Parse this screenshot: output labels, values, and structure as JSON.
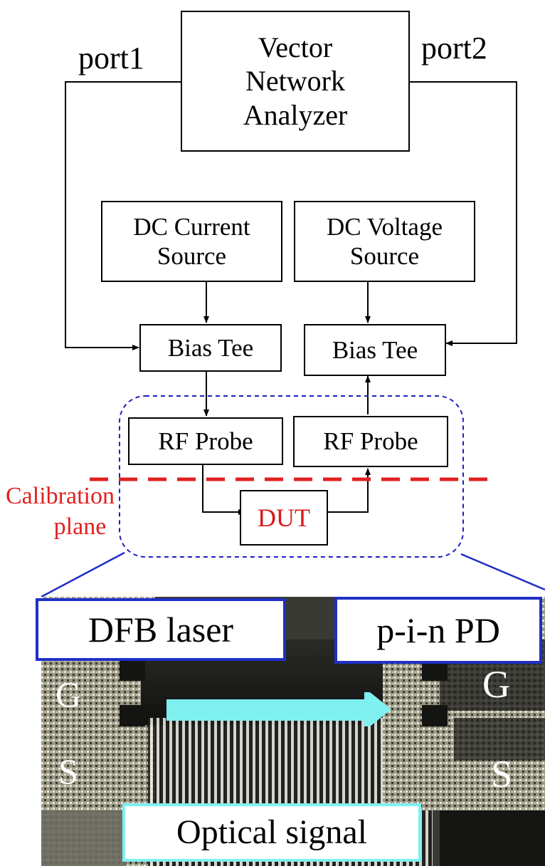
{
  "diagram": {
    "vna": {
      "line1": "Vector",
      "line2": "Network",
      "line3": "Analyzer"
    },
    "port1": "port1",
    "port2": "port2",
    "dc_current": {
      "line1": "DC Current",
      "line2": "Source"
    },
    "dc_voltage": {
      "line1": "DC Voltage",
      "line2": "Source"
    },
    "bias_tee_left": "Bias Tee",
    "bias_tee_right": "Bias Tee",
    "rf_probe_left": "RF Probe",
    "rf_probe_right": "RF Probe",
    "dut": "DUT",
    "calibration": {
      "line1": "Calibration",
      "line2": "plane"
    }
  },
  "photo": {
    "laser_label": "DFB laser",
    "pd_label": "p-i-n PD",
    "left_g": "G",
    "left_s": "S",
    "right_g": "G",
    "right_s": "S",
    "signal_label": "Optical signal"
  },
  "colors": {
    "calibration_red": "#e02020",
    "dut_red": "#d81a1a",
    "dashed_blue": "#1f1fc0",
    "tag_blue": "#1f2fc6",
    "signal_cyan": "#7ff0f0"
  }
}
